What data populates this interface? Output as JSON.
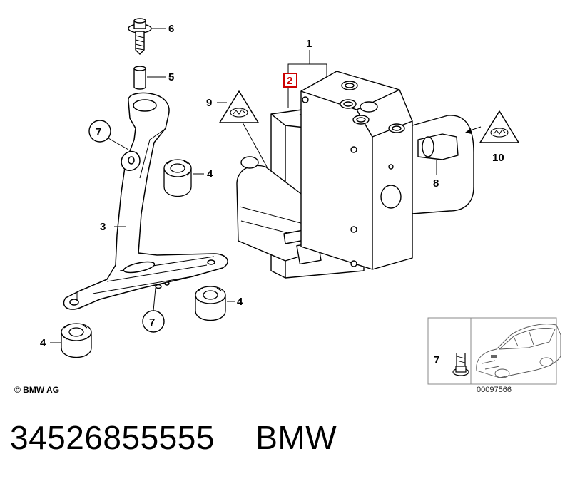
{
  "diagram": {
    "callouts": {
      "c1": "1",
      "c2": "2",
      "c3": "3",
      "c4a": "4",
      "c4b": "4",
      "c4c": "4",
      "c5": "5",
      "c6": "6",
      "c7a": "7",
      "c7b": "7",
      "c7c": "7",
      "c8": "8",
      "c9": "9",
      "c10": "10"
    },
    "highlight_color": "#cc0000",
    "copyright": "© BMW AG",
    "diagram_code": "00097566"
  },
  "caption": {
    "part_number": "34526855555",
    "brand": "BMW"
  }
}
